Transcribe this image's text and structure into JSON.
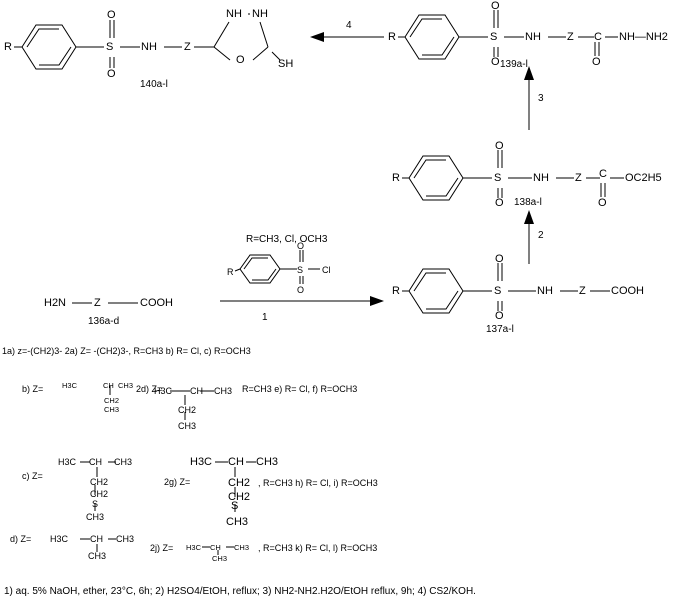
{
  "compounds": {
    "c140": "140a-l",
    "c139": "139a-l",
    "c138": "138a-l",
    "c137": "137a-l",
    "c136": "136a-d"
  },
  "atoms": {
    "R": "R",
    "S": "S",
    "O": "O",
    "NH": "NH",
    "Z": "Z",
    "C": "C",
    "H2N": "H2N",
    "COOH": "COOH",
    "NHNH2": "NH—NH2",
    "OC2H5": "OC2H5",
    "SH": "SH",
    "Cl": "Cl"
  },
  "reagent": {
    "label": "R=CH3, Cl, OCH3"
  },
  "arrows": {
    "a1": "1",
    "a2": "2",
    "a3": "3",
    "a4": "4"
  },
  "variants": {
    "line1": "1a) z=-(CH2)3-    2a) Z= -(CH2)3-, R=CH3 b) R= Cl, c) R=OCH3",
    "b_prefix": "b) Z=",
    "b_tail": "2d) Z=",
    "d2_tail": "R=CH3 e) R= Cl, f) R=OCH3",
    "c_prefix": "c) Z=",
    "g_prefix": "2g)      Z=",
    "g_tail": ", R=CH3 h) R= Cl, i) R=OCH3",
    "d_prefix": "d) Z=",
    "j_prefix": "2j)  Z=",
    "j_tail": ", R=CH3 k) R= Cl, l) R=OCH3"
  },
  "fragments": {
    "h3c": "H3C",
    "ch": "CH",
    "ch3": "CH3",
    "ch2": "CH2",
    "s": "S"
  },
  "footnote": "1) aq. 5% NaOH, ether, 23°C, 6h; 2) H2SO4/EtOH, reflux; 3) NH2-NH2.H2O/EtOH reflux, 9h; 4) CS2/KOH."
}
